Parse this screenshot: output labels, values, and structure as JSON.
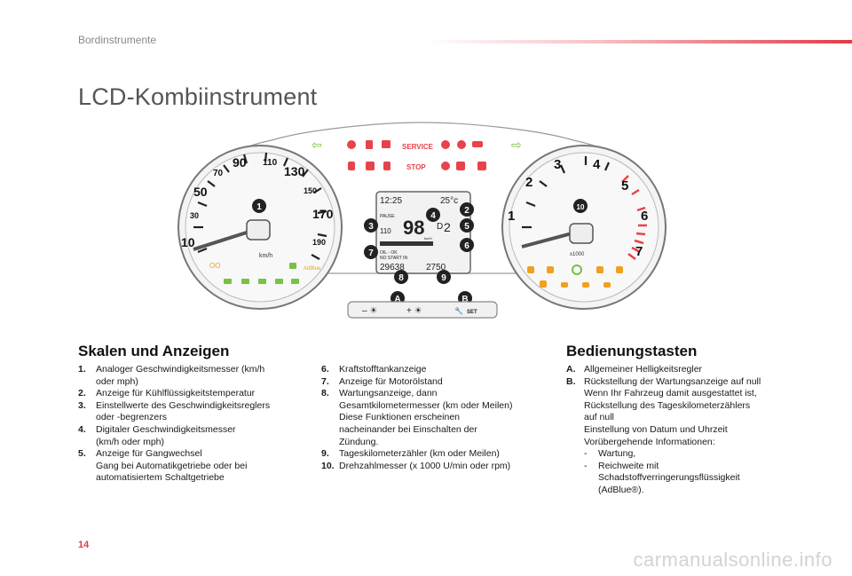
{
  "header": {
    "section": "Bordinstrumente"
  },
  "page_title": "LCD-Kombiinstrument",
  "page_number": "14",
  "watermark": "carmanualsonline.info",
  "figure": {
    "speedo_labels": [
      "10",
      "30",
      "50",
      "70",
      "90",
      "110",
      "130",
      "150",
      "170",
      "190"
    ],
    "speedo_unit": "km/h",
    "tacho_labels": [
      "1",
      "2",
      "3",
      "4",
      "5",
      "6",
      "7"
    ],
    "tacho_unit": "x1000",
    "callouts": [
      "1",
      "2",
      "3",
      "4",
      "5",
      "6",
      "7",
      "8",
      "9",
      "10",
      "A",
      "B"
    ],
    "warning_text": {
      "service": "SERVICE",
      "stop": "STOP",
      "adblue": "AdBlue"
    },
    "lcd": {
      "time": "12:25",
      "temp": "25°c",
      "pause": "PAUSE",
      "speed": "98",
      "speed_unit": "km/h",
      "gear": "D",
      "gear_num": "2",
      "cruise_top": "110",
      "oil": "OIL - OK",
      "nostart": "NO START IN",
      "odo": "29638",
      "trip": "2750"
    },
    "buttons": {
      "set": "SET"
    }
  },
  "section1": {
    "heading": "Skalen und Anzeigen",
    "col1": [
      {
        "num": "1.",
        "lines": [
          "Analoger Geschwindigkeitsmesser (km/h",
          "oder mph)"
        ]
      },
      {
        "num": "2.",
        "lines": [
          "Anzeige für Kühlflüssigkeitstemperatur"
        ]
      },
      {
        "num": "3.",
        "lines": [
          "Einstellwerte des Geschwindigkeitsreglers",
          "oder -begrenzers"
        ]
      },
      {
        "num": "4.",
        "lines": [
          "Digitaler Geschwindigkeitsmesser",
          "(km/h oder mph)"
        ]
      },
      {
        "num": "5.",
        "lines": [
          "Anzeige für Gangwechsel",
          "Gang bei Automatikgetriebe oder bei",
          "automatisiertem Schaltgetriebe"
        ]
      }
    ],
    "col2": [
      {
        "num": "6.",
        "lines": [
          "Kraftstofftankanzeige"
        ]
      },
      {
        "num": "7.",
        "lines": [
          "Anzeige für Motorölstand"
        ]
      },
      {
        "num": "8.",
        "lines": [
          "Wartungsanzeige, dann",
          "Gesamtkilometermesser (km oder Meilen)",
          "Diese Funktionen erscheinen",
          "nacheinander bei Einschalten der",
          "Zündung."
        ]
      },
      {
        "num": "9.",
        "lines": [
          "Tageskilometerzähler (km oder Meilen)"
        ]
      },
      {
        "num": "10.",
        "lines": [
          "Drehzahlmesser (x 1000 U/min oder rpm)"
        ]
      }
    ]
  },
  "section2": {
    "heading": "Bedienungstasten",
    "items": [
      {
        "num": "A.",
        "lines": [
          "Allgemeiner Helligkeitsregler"
        ]
      },
      {
        "num": "B.",
        "lines": [
          "Rückstellung der Wartungsanzeige auf null",
          "Wenn Ihr Fahrzeug damit ausgestattet ist,",
          "Rückstellung des Tageskilometerzählers",
          "auf null",
          "Einstellung von Datum und Uhrzeit",
          "Vorübergehende Informationen:"
        ]
      }
    ],
    "subitems": [
      "Wartung,",
      "Reichweite mit",
      "Schadstoffverringerungsflüssigkeit",
      "(AdBlue®)."
    ]
  },
  "colors": {
    "accent": "#e23b47",
    "warning_red": "#e8434b",
    "indicator_orange": "#f0a020",
    "indicator_green": "#7ac143"
  },
  "icons": [
    "turn-left-arrow-icon",
    "turn-right-arrow-icon",
    "steering-warning-icon",
    "fuel-icon",
    "battery-icon",
    "coolant-icon",
    "brake-icon",
    "oil-can-icon",
    "seatbelt-icon",
    "airbag-icon",
    "door-open-icon",
    "abs-icon",
    "esp-icon",
    "brightness-icon",
    "wrench-icon"
  ]
}
